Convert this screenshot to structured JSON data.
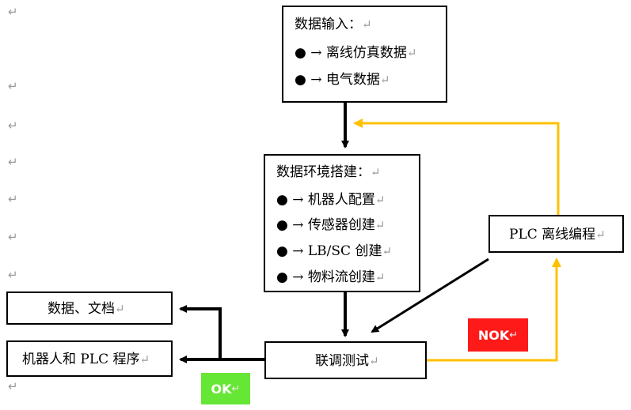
{
  "return_mark": "↵",
  "input_box": {
    "title": "数据输入：",
    "items": [
      "● → 离线仿真数据",
      "● → 电气数据"
    ]
  },
  "env_box": {
    "title": "数据环境搭建：",
    "items": [
      "● → 机器人配置",
      "● → 传感器创建",
      "● → LB/SC 创建",
      "● → 物料流创建"
    ]
  },
  "plc_box": {
    "label": "PLC 离线编程"
  },
  "test_box": {
    "label": "联调测试"
  },
  "docs_box": {
    "label": "数据、文档"
  },
  "robot_box": {
    "label": "机器人和 PLC 程序"
  },
  "ok_badge": {
    "label": "OK"
  },
  "nok_badge": {
    "label": "NOK"
  },
  "colors": {
    "black_arrow": "#000000",
    "yellow_arrow": "#FFC000",
    "ok_green": "#66E635",
    "nok_red": "#FF1A1A"
  }
}
